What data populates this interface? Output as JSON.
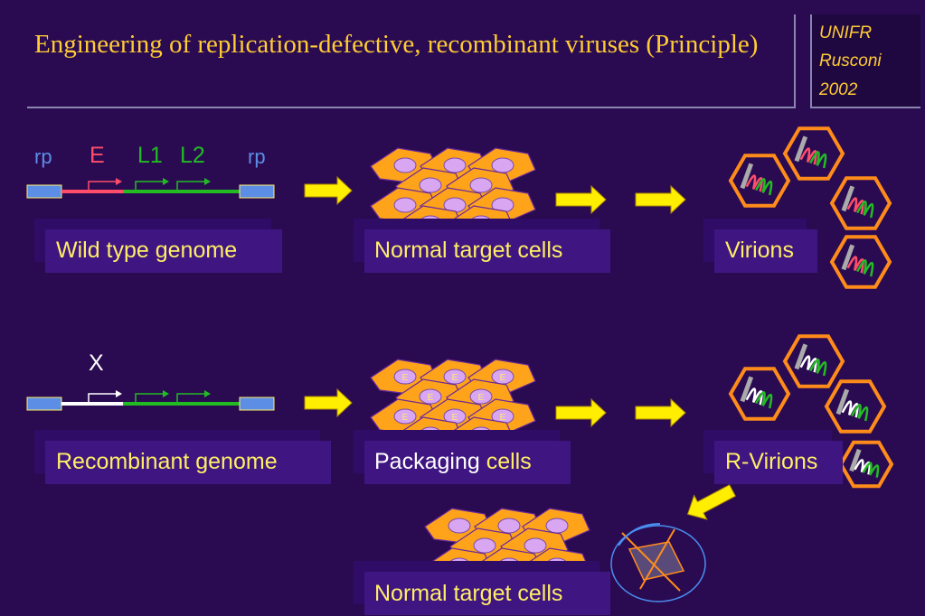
{
  "slide": {
    "title": "Engineering of replication-defective, recombinant viruses (Principle)",
    "credit": [
      "UNIFR",
      "Rusconi",
      "2002"
    ]
  },
  "genome_labels": {
    "rp_left": "rp",
    "e": "E",
    "l1": "L1",
    "l2": "L2",
    "rp_right": "rp",
    "deletion_mark": "X"
  },
  "cell_marker": "E",
  "labels": {
    "wild_type_genome": "Wild type genome",
    "normal_target_cells_1": "Normal target cells",
    "virions": "Virions",
    "recombinant_genome": "Recombinant genome",
    "packaging_cells_a": "Packaging",
    "packaging_cells_b": " cells",
    "r_virions": "R-Virions",
    "normal_target_cells_2": "Normal target cells"
  },
  "colors": {
    "background": "#2a0b52",
    "title": "#ffcc33",
    "label_text": "#ffee66",
    "arrow": "#ffee00",
    "cell_fill": "#ffa31a",
    "nucleus": "#d9a6f2",
    "gene_e": "#ff4d6a",
    "gene_l": "#22bb22",
    "rp": "#5c8ee6"
  }
}
